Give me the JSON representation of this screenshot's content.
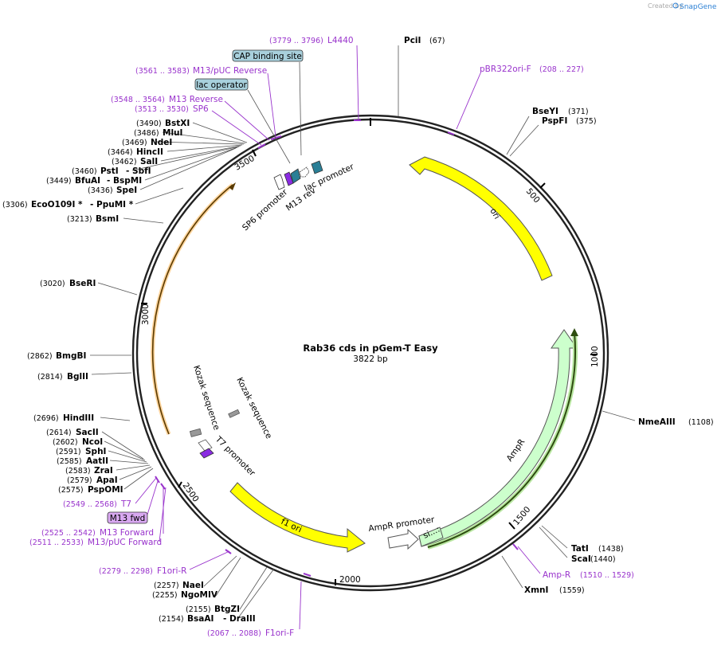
{
  "brand": {
    "created_by": "Created by",
    "name": "SnapGene"
  },
  "plasmid": {
    "name": "Rab36 cds in pGem-T Easy",
    "length": "3822 bp"
  },
  "colors": {
    "primer": "#9933cc",
    "ori": "#ffff00",
    "ampr": "#ccffcc",
    "insert": "#ffffff",
    "promoter": "#ffffff",
    "lac_operator": "#a8d0dc",
    "rev_arrow": "#8a2be2"
  },
  "ticks": {
    "t500": "500",
    "t1000": "1000",
    "t1500": "1500",
    "t2000": "2000",
    "t2500": "2500",
    "t3000": "3000",
    "t3500": "3500"
  },
  "sites": {
    "pcii": {
      "name": "PciI",
      "pos": "(67)"
    },
    "bseyi": {
      "name": "BseYI",
      "pos": "(371)"
    },
    "pspfi": {
      "name": "PspFI",
      "pos": "(375)"
    },
    "nmeaiii": {
      "name": "NmeAIII",
      "pos": "(1108)"
    },
    "tati": {
      "name": "TatI",
      "pos": "(1438)"
    },
    "scai": {
      "name": "ScaI",
      "pos": "(1440)"
    },
    "xmni": {
      "name": "XmnI",
      "pos": "(1559)"
    },
    "naei": {
      "name": "NaeI",
      "pos": "(2257)"
    },
    "ngomiv": {
      "name": "NgoMIV",
      "pos": "(2255)"
    },
    "btgzi": {
      "name": "BtgZI",
      "pos": "(2155)"
    },
    "bsaai": {
      "name": "BsaAI",
      "pos": "(2154)"
    },
    "draiii": {
      "name": "- DraIII",
      "pos": ""
    },
    "hindiii": {
      "name": "HindIII",
      "pos": "(2696)"
    },
    "sacii": {
      "name": "SacII",
      "pos": "(2614)"
    },
    "ncoi": {
      "name": "NcoI",
      "pos": "(2602)"
    },
    "sphi": {
      "name": "SphI",
      "pos": "(2591)"
    },
    "aatii": {
      "name": "AatII",
      "pos": "(2585)"
    },
    "zrai": {
      "name": "ZraI",
      "pos": "(2583)"
    },
    "apai": {
      "name": "ApaI",
      "pos": "(2579)"
    },
    "pspomi": {
      "name": "PspOMI",
      "pos": "(2575)"
    },
    "bglii": {
      "name": "BglII",
      "pos": "(2814)"
    },
    "bmgbi": {
      "name": "BmgBI",
      "pos": "(2862)"
    },
    "bseri": {
      "name": "BseRI",
      "pos": "(3020)"
    },
    "bsmi": {
      "name": "BsmI",
      "pos": "(3213)"
    },
    "eco": {
      "name": "EcoO109I *",
      "pos": "(3306)",
      "extra": "- PpuMI *"
    },
    "spei": {
      "name": "SpeI",
      "pos": "(3436)"
    },
    "bfuai": {
      "name": "BfuAI",
      "pos": "(3449)",
      "extra": "- BspMI"
    },
    "psti": {
      "name": "PstI",
      "pos": "(3460)",
      "extra": "- SbfI"
    },
    "sali": {
      "name": "SalI",
      "pos": "(3462)"
    },
    "hincii": {
      "name": "HincII",
      "pos": "(3464)"
    },
    "ndei": {
      "name": "NdeI",
      "pos": "(3469)"
    },
    "mlui": {
      "name": "MluI",
      "pos": "(3486)"
    },
    "bstxi": {
      "name": "BstXI",
      "pos": "(3490)"
    }
  },
  "primers": {
    "l4440": {
      "name": "L4440",
      "pos": "(3779 .. 3796)"
    },
    "pbr322": {
      "name": "pBR322ori-F",
      "pos": "(208 .. 227)"
    },
    "m13puc_rev": {
      "name": "M13/pUC Reverse",
      "pos": "(3561 .. 3583)"
    },
    "m13_rev": {
      "name": "M13 Reverse",
      "pos": "(3548 .. 3564)"
    },
    "sp6": {
      "name": "SP6",
      "pos": "(3513 .. 3530)"
    },
    "t7": {
      "name": "T7",
      "pos": "(2549 .. 2568)"
    },
    "m13_fwd": {
      "name": "M13 Forward",
      "pos": "(2525 .. 2542)"
    },
    "m13puc_fwd": {
      "name": "M13/pUC Forward",
      "pos": "(2511 .. 2533)"
    },
    "f1ori_r": {
      "name": "F1ori-R",
      "pos": "(2279 .. 2298)"
    },
    "f1ori_f": {
      "name": "F1ori-F",
      "pos": "(2067 .. 2088)"
    },
    "ampr": {
      "name": "Amp-R",
      "pos": "(1510 .. 1529)"
    }
  },
  "boxes": {
    "cap": "CAP binding site",
    "lacop": "lac operator",
    "m13fwd": "M13 fwd"
  },
  "features": {
    "ori": "ori",
    "f1ori": "f1 ori",
    "ampr": "AmpR",
    "ampr_promoter": "AmpR promoter",
    "sig": "si...:",
    "lac_promoter": "lac promoter",
    "m13_rev": "M13 rev",
    "sp6_promoter": "SP6 promoter",
    "t7_promoter": "T7 promoter",
    "kozak1": "Kozak sequence",
    "kozak2": "Kozak sequence"
  }
}
